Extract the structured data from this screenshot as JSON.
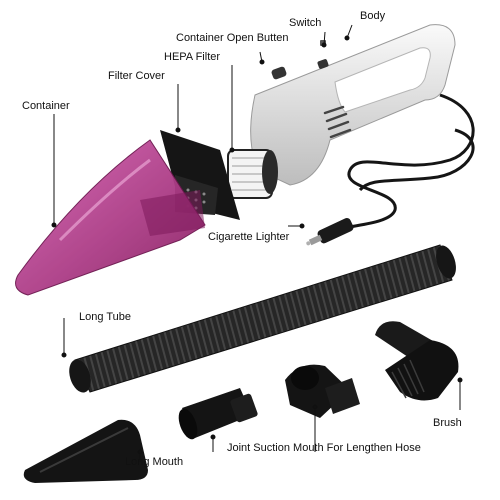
{
  "labels": {
    "body": "Body",
    "switch": "Switch",
    "container_open_button": "Container Open Butten",
    "hepa_filter": "HEPA Filter",
    "filter_cover": "Filter Cover",
    "container": "Container",
    "cigarette_lighter": "Cigarette Lighter",
    "long_tube": "Long Tube",
    "brush": "Brush",
    "long_mouth": "Long Mouth",
    "joint_suction_mouth": "Joint Suction Mouth For Lengthen Hose"
  },
  "colors": {
    "container": "#b0307e",
    "body": "#e6e6e6",
    "accessory": "#1e1e1e"
  }
}
